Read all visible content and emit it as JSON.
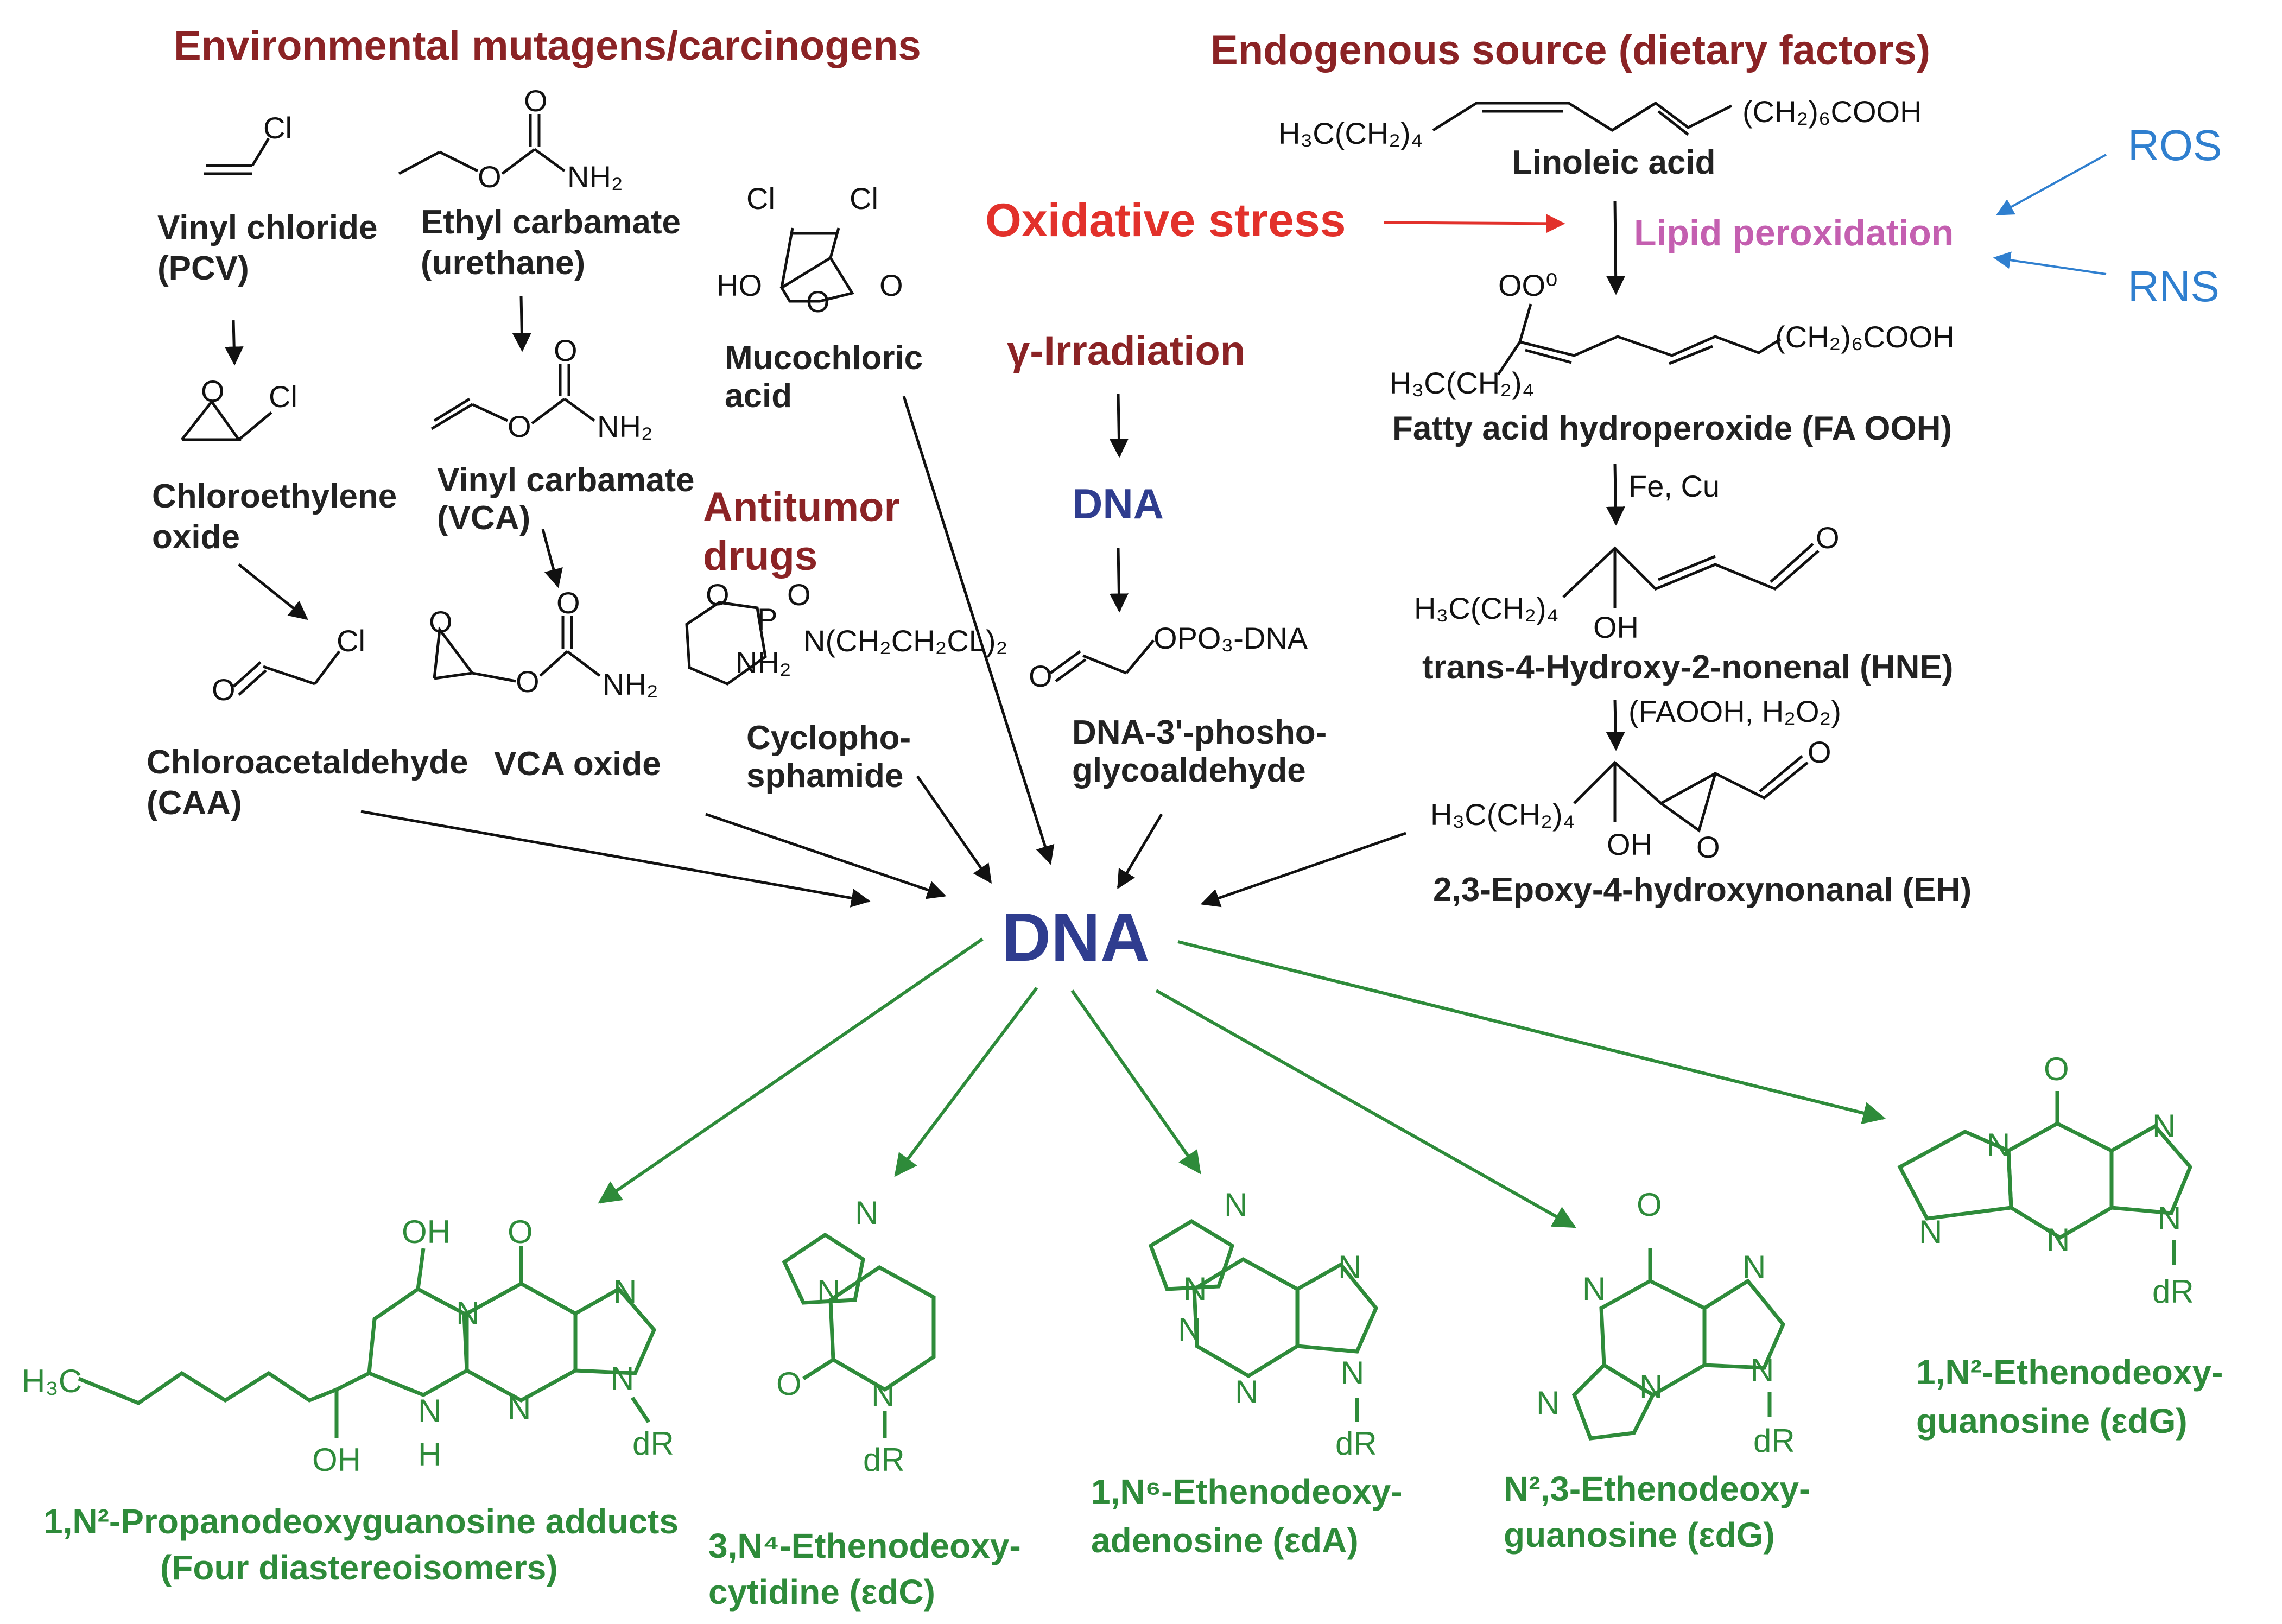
{
  "headings": {
    "environmental": "Environmental mutagens/carcinogens",
    "endogenous": "Endogenous source (dietary factors)",
    "oxidative": "Oxidative stress",
    "gamma": "γ-Irradiation",
    "antitumor_1": "Antitumor",
    "antitumor_2": "drugs",
    "dna_mid": "DNA",
    "dna_center": "DNA",
    "lipid": "Lipid peroxidation",
    "ros": "ROS",
    "rns": "RNS"
  },
  "compounds": {
    "vinyl_chloride_1": "Vinyl chloride",
    "vinyl_chloride_2": "(PCV)",
    "ethyl_carbamate_1": "Ethyl carbamate",
    "ethyl_carbamate_2": "(urethane)",
    "mucochloric_1": "Mucochloric",
    "mucochloric_2": "acid",
    "chloroethylene_1": "Chloroethylene",
    "chloroethylene_2": "oxide",
    "vinyl_carbamate_1": "Vinyl carbamate",
    "vinyl_carbamate_2": "(VCA)",
    "chloroacetaldehyde_1": "Chloroacetaldehyde",
    "chloroacetaldehyde_2": "(CAA)",
    "vca_oxide": "VCA oxide",
    "cyclophosphamide_1": "Cyclopho-",
    "cyclophosphamide_2": "sphamide",
    "dna_glyco_1": "DNA-3'-phosho-",
    "dna_glyco_2": "glycoaldehyde",
    "linoleic": "Linoleic acid",
    "faooh": "Fatty acid hydroperoxide (FA OOH)",
    "hne": "trans-4-Hydroxy-2-nonenal (HNE)",
    "eh": "2,3-Epoxy-4-hydroxynonanal (EH)"
  },
  "atoms": {
    "cl": "Cl",
    "o": "O",
    "nh2": "NH₂",
    "ho": "HO",
    "oh": "OH",
    "h3c_ch2_4": "H₃C(CH₂)₄",
    "ch2_6_cooh": "(CH₂)₆COOH",
    "oo": "OO⁰",
    "opo3_dna": "OPO₃-DNA",
    "fe_cu": "Fe, Cu",
    "faooh_h2o2": "(FAOOH, H₂O₂)",
    "p": "P",
    "n_sub": "N(CH₂CH₂CL)₂",
    "n": "N",
    "h": "H",
    "h3c": "H₃C",
    "dr": "dR"
  },
  "adducts": {
    "propano_1": "1,N²-Propanodeoxyguanosine adducts",
    "propano_2": "(Four diastereoisomers)",
    "edc_1": "3,N⁴-Ethenodeoxy-",
    "edc_2": "cytidine (εdC)",
    "eda_1": "1,N⁶-Ethenodeoxy-",
    "eda_2": "adenosine (εdA)",
    "n23_1": "N²,3-Ethenodeoxy-",
    "n23_2": "guanosine (εdG)",
    "edg_1": "1,N²-Ethenodeoxy-",
    "edg_2": "guanosine (εdG)"
  },
  "colors": {
    "section": "#8b2325",
    "dna": "#2f3d8f",
    "oxidative": "#e2312b",
    "lipid": "#c45fb0",
    "ros_rns": "#2f7fcf",
    "adduct": "#2e8b3a",
    "text": "#111111"
  }
}
